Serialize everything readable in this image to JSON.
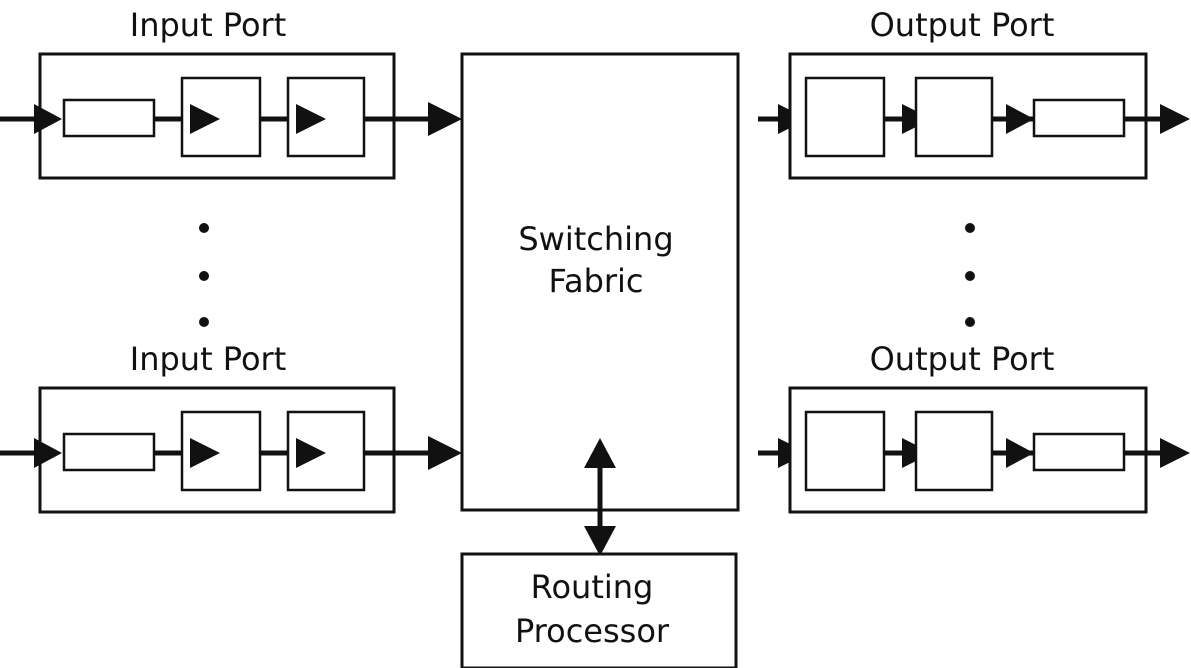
{
  "labels": {
    "input_port_top": "Input Port",
    "input_port_bottom": "Input Port",
    "output_port_top": "Output Port",
    "output_port_bottom": "Output Port",
    "switching_fabric_line1": "Switching",
    "switching_fabric_line2": "Fabric",
    "routing_processor_line1": "Routing",
    "routing_processor_line2": "Processor"
  },
  "colors": {
    "stroke": "#111111",
    "background": "#ffffff"
  }
}
